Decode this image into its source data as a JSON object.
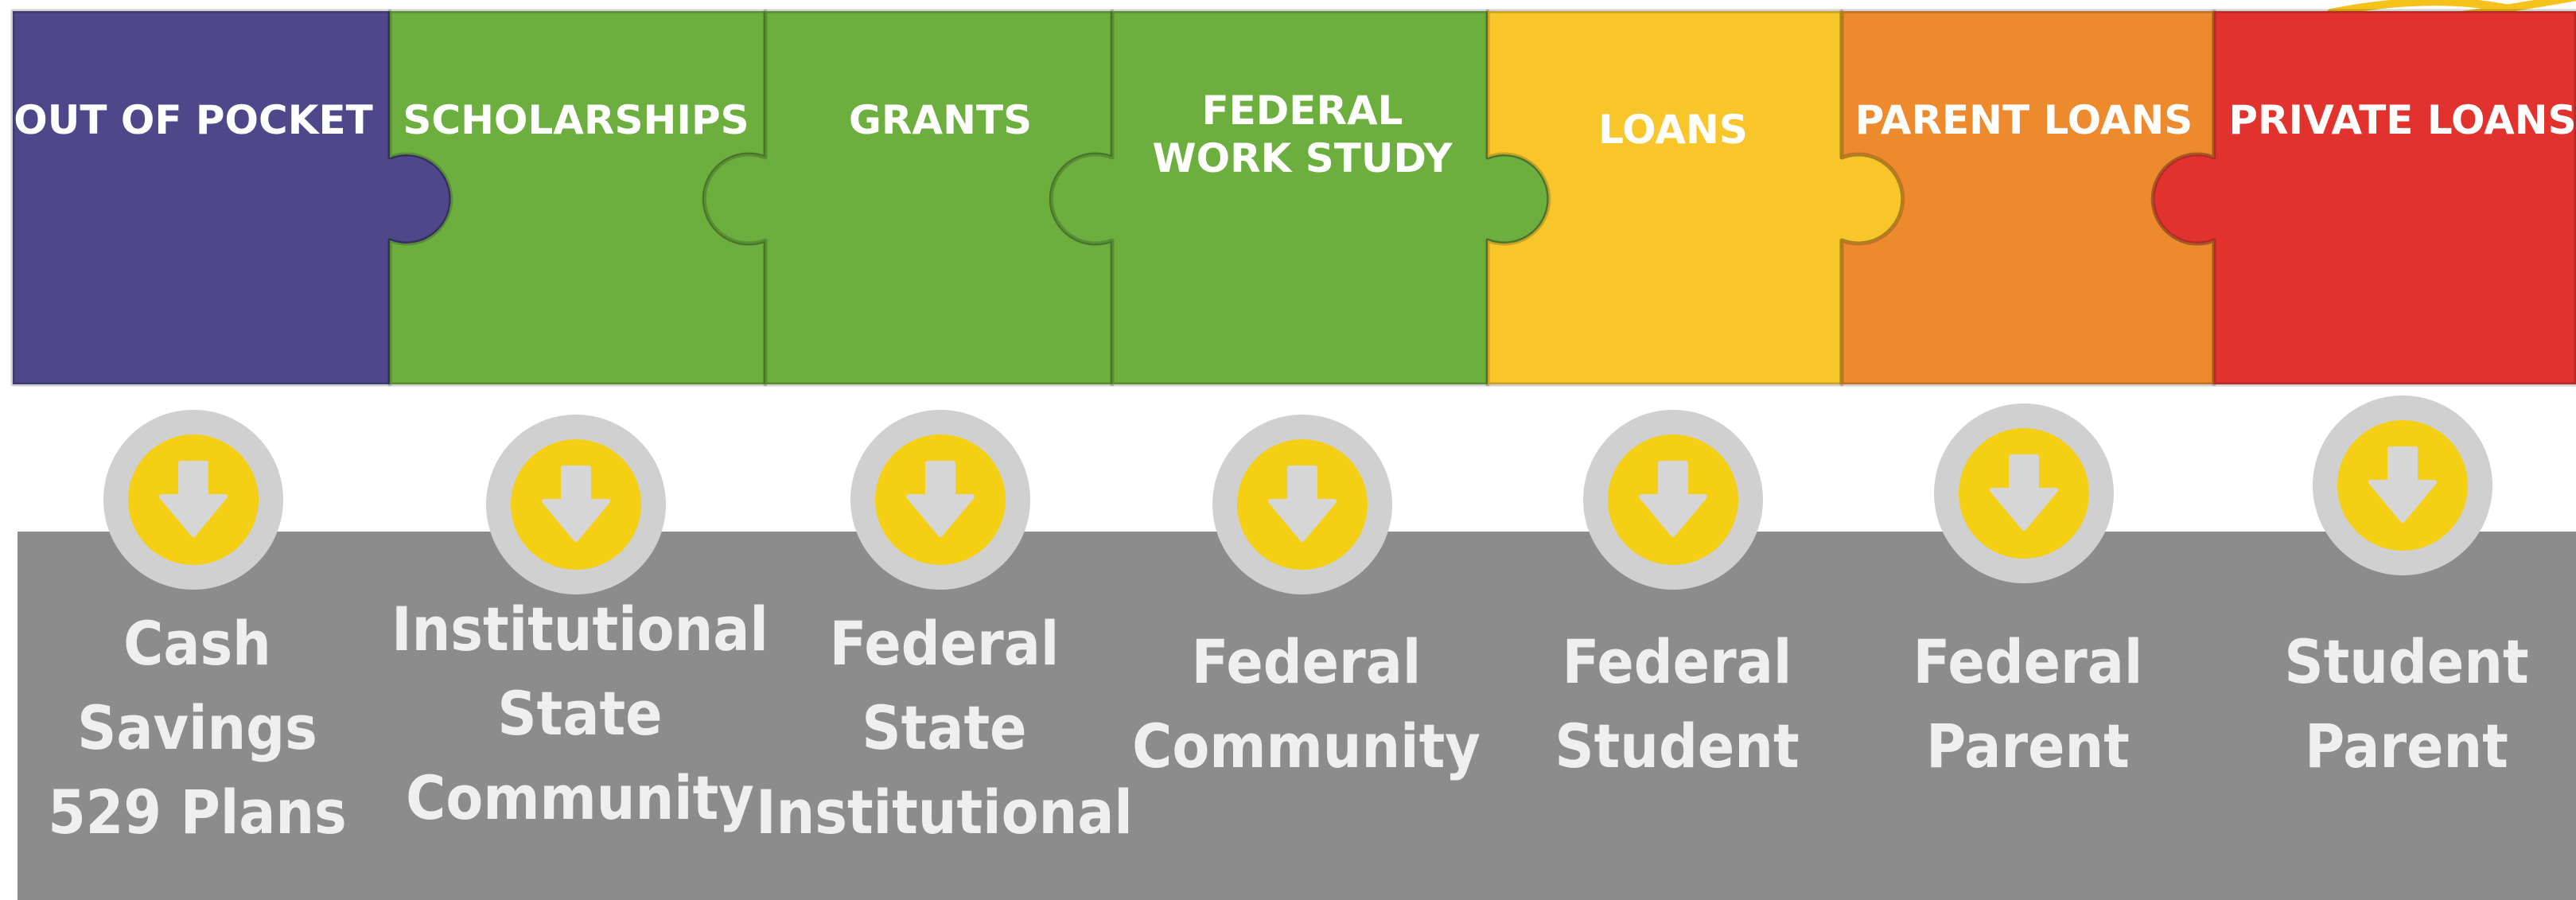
{
  "colors": {
    "background": "#ffffff",
    "panel": "#8c8c8c",
    "circle_outer": "#d0d0d0",
    "circle_inner": "#f5cf13",
    "arrow": "#d6d6d6",
    "label_text": "#ffffff",
    "item_text": "#efefef",
    "decor_stroke": "#f4c21a"
  },
  "icon": "arrow-down-circle-icon",
  "columns": [
    {
      "label": [
        "OUT OF POCKET"
      ],
      "color": "#4e488b",
      "items": [
        "Cash",
        "Savings",
        "529 Plans"
      ]
    },
    {
      "label": [
        "SCHOLARSHIPS"
      ],
      "color": "#6caf3e",
      "items": [
        "Institutional",
        "State",
        "Community"
      ]
    },
    {
      "label": [
        "GRANTS"
      ],
      "color": "#6caf3e",
      "items": [
        "Federal",
        "State",
        "Institutional"
      ]
    },
    {
      "label": [
        "FEDERAL",
        "WORK STUDY"
      ],
      "color": "#6caf3e",
      "items": [
        "Federal",
        "Community"
      ]
    },
    {
      "label": [
        "LOANS"
      ],
      "color": "#f8c52a",
      "items": [
        "Federal",
        "Student"
      ]
    },
    {
      "label": [
        "PARENT LOANS"
      ],
      "color": "#ee8a2e",
      "items": [
        "Federal",
        "Parent"
      ]
    },
    {
      "label": [
        "PRIVATE LOANS"
      ],
      "color": "#e2322e",
      "items": [
        "Student",
        "Parent"
      ]
    }
  ]
}
